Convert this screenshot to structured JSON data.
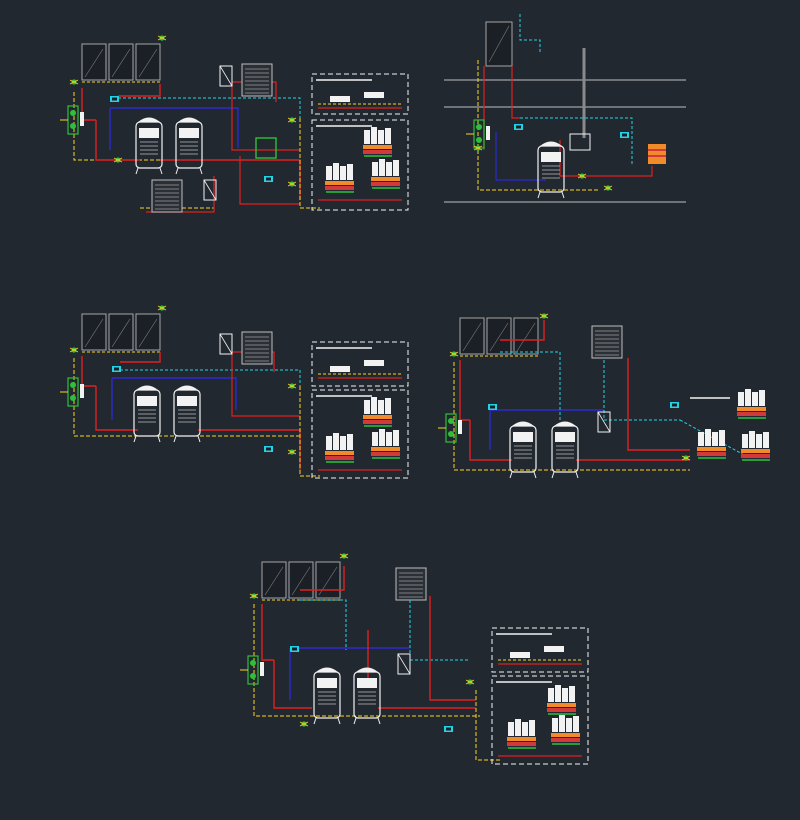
{
  "colors": {
    "background": "#212830",
    "hot_supply": "#e02020",
    "cold_return": "#2a2ad0",
    "solar_loop": "#ffd21f",
    "control_dashed": "#22d3e6",
    "equipment": "#f2f2f2",
    "valves": "#2fbf3a",
    "collector_frame": "#9a9a9a",
    "fixture_red": "#d13a3a",
    "fixture_orange": "#f08a2a"
  },
  "diagram": {
    "panels": [
      {
        "id": "top-left-system",
        "collectors": 3,
        "tanks": 2,
        "has_heat_pump": true,
        "has_heat_exchanger": true
      },
      {
        "id": "top-right-system",
        "collectors": 1,
        "tanks": 1,
        "multi_floor": true
      },
      {
        "id": "middle-left-system",
        "collectors": 3,
        "tanks": 2,
        "has_heat_pump": true
      },
      {
        "id": "middle-right-system",
        "collectors": 3,
        "tanks": 2,
        "has_heat_pump": true
      },
      {
        "id": "bottom-center-system",
        "collectors": 3,
        "tanks": 2,
        "has_heat_pump": true
      }
    ]
  }
}
